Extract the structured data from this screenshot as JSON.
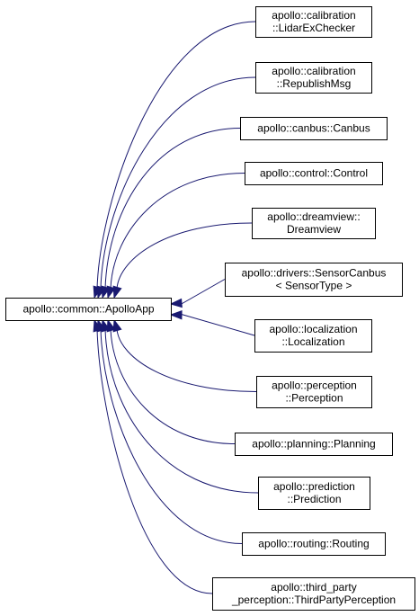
{
  "diagram": {
    "base": {
      "lines": [
        "apollo::common::ApolloApp"
      ]
    },
    "derived": [
      {
        "lines": [
          "apollo::calibration",
          "::LidarExChecker"
        ]
      },
      {
        "lines": [
          "apollo::calibration",
          "::RepublishMsg"
        ]
      },
      {
        "lines": [
          "apollo::canbus::Canbus"
        ]
      },
      {
        "lines": [
          "apollo::control::Control"
        ]
      },
      {
        "lines": [
          "apollo::dreamview::",
          "Dreamview"
        ]
      },
      {
        "lines": [
          "apollo::drivers::SensorCanbus",
          "< SensorType >"
        ]
      },
      {
        "lines": [
          "apollo::localization",
          "::Localization"
        ]
      },
      {
        "lines": [
          "apollo::perception",
          "::Perception"
        ]
      },
      {
        "lines": [
          "apollo::planning::Planning"
        ]
      },
      {
        "lines": [
          "apollo::prediction",
          "::Prediction"
        ]
      },
      {
        "lines": [
          "apollo::routing::Routing"
        ]
      },
      {
        "lines": [
          "apollo::third_party",
          "_perception::ThirdPartyPerception"
        ]
      }
    ],
    "colors": {
      "edge": "#191970",
      "node_border": "#000000",
      "node_fill": "#ffffff",
      "text": "#000000"
    }
  }
}
